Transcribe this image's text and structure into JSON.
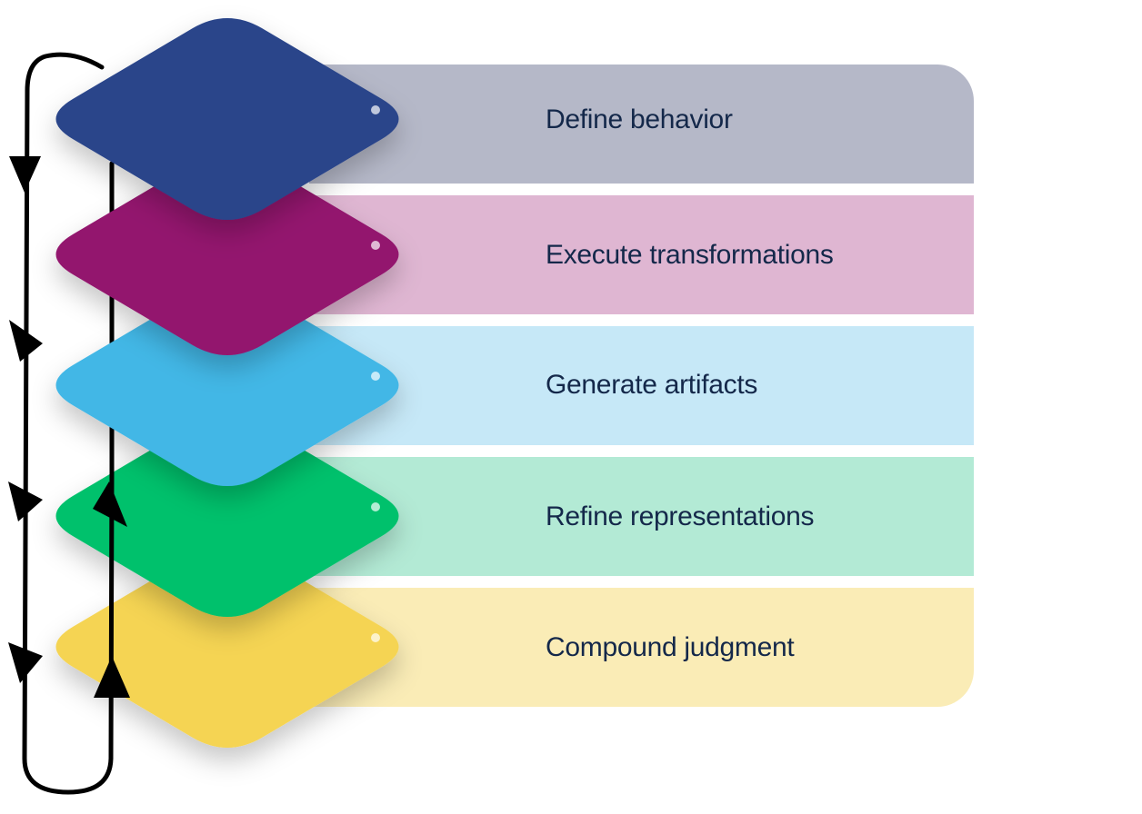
{
  "layers": [
    {
      "label": "Define behavior",
      "diamond_color": "#29448a",
      "band_color": "#b5b8c8"
    },
    {
      "label": "Execute transformations",
      "diamond_color": "#93186e",
      "band_color": "#dfb6d2"
    },
    {
      "label": "Generate artifacts",
      "diamond_color": "#42b7e6",
      "band_color": "#c6e8f7"
    },
    {
      "label": "Refine representations",
      "diamond_color": "#00c16c",
      "band_color": "#b3ead5"
    },
    {
      "label": "Compound judgment",
      "diamond_color": "#f5d453",
      "band_color": "#faecb6"
    }
  ],
  "cycle_line_color": "#000000"
}
